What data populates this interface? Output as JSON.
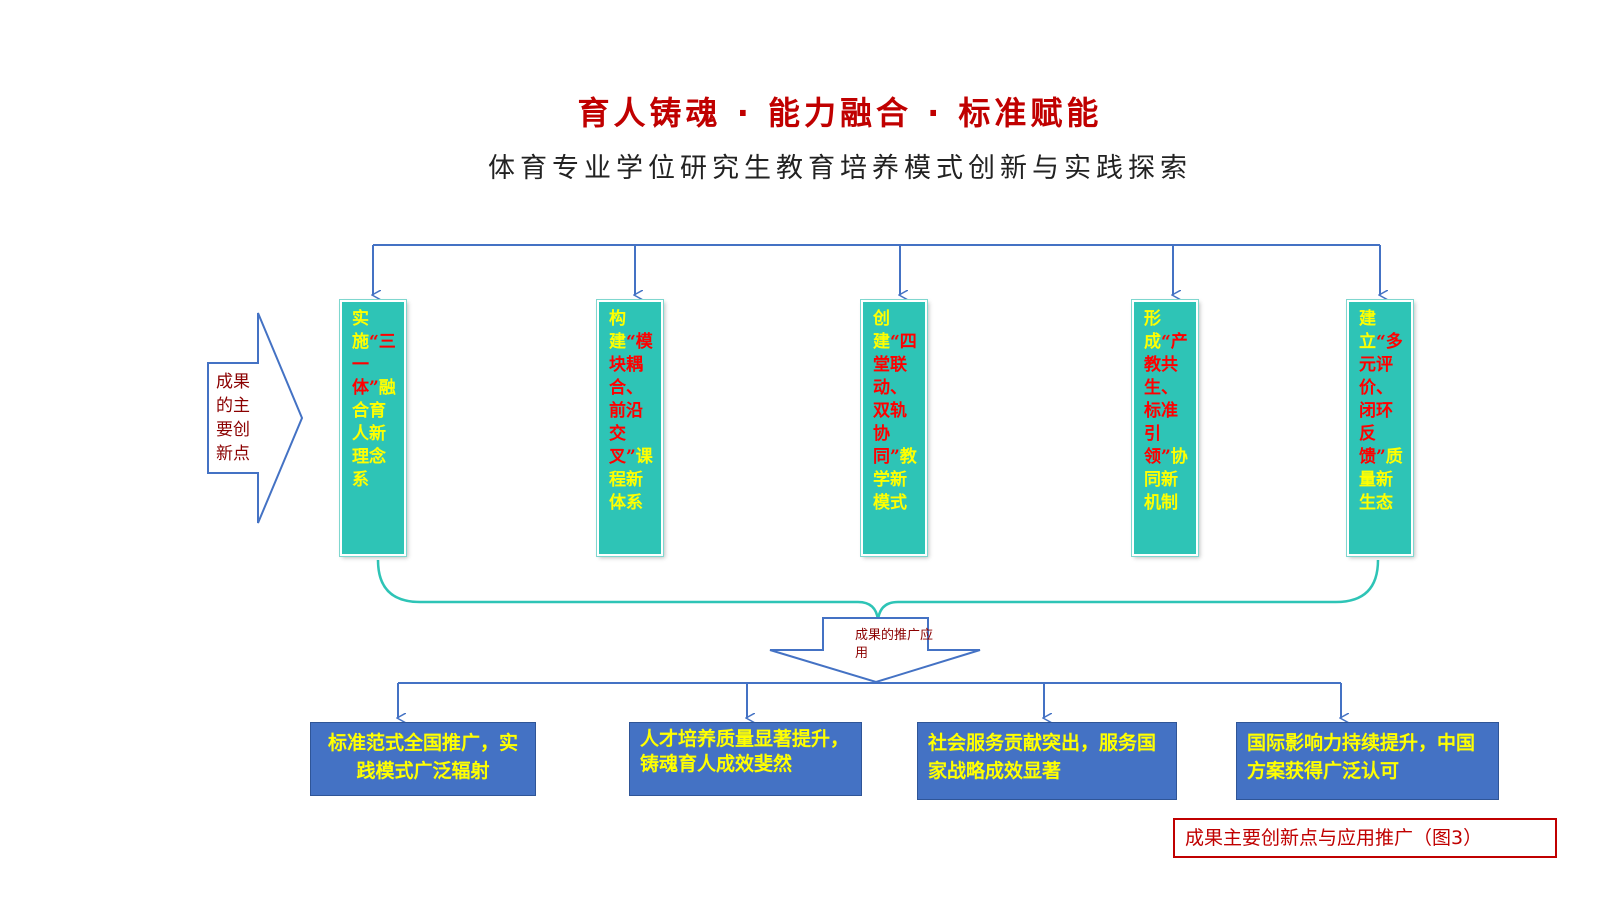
{
  "header": {
    "title": "育人铸魂 · 能力融合 · 标准赋能",
    "subtitle": "体育专业学位研究生教育培养模式创新与实践探索"
  },
  "innovation_arrow": {
    "label": "成果的主要创新点"
  },
  "innovations": [
    {
      "pre": "实施",
      "quote": "“三一体”",
      "post": "融合育人新理念系"
    },
    {
      "pre": "构建",
      "quote": "“模块耦合、前沿交叉”",
      "post": "课程新体系"
    },
    {
      "pre": "创建",
      "quote": "“四堂联动、双轨协同”",
      "post": "教学新模式"
    },
    {
      "pre": "形成",
      "quote": "“产教共生、标准引领”",
      "post": "协同新机制"
    },
    {
      "pre": "建立",
      "quote": "“多元评价、闭环反馈”",
      "post": "质量新生态"
    }
  ],
  "promotion_arrow": {
    "label": "成果的推广应用"
  },
  "applications": [
    {
      "text": "标准范式全国推广，实践模式广泛辐射"
    },
    {
      "text": "人才培养质量显著提升，铸魂育人成效斐然"
    },
    {
      "text": "社会服务贡献突出，服务国家战略成效显著"
    },
    {
      "text": "国际影响力持续提升，中国方案获得广泛认可"
    }
  ],
  "caption": {
    "text": "成果主要创新点与应用推广（图3）"
  },
  "colors": {
    "title": "#c00000",
    "column_fill": "#2ec4b6",
    "column_text": "#ffff00",
    "column_quote": "#ff0000",
    "app_fill": "#4472c4",
    "line": "#4472c4"
  }
}
